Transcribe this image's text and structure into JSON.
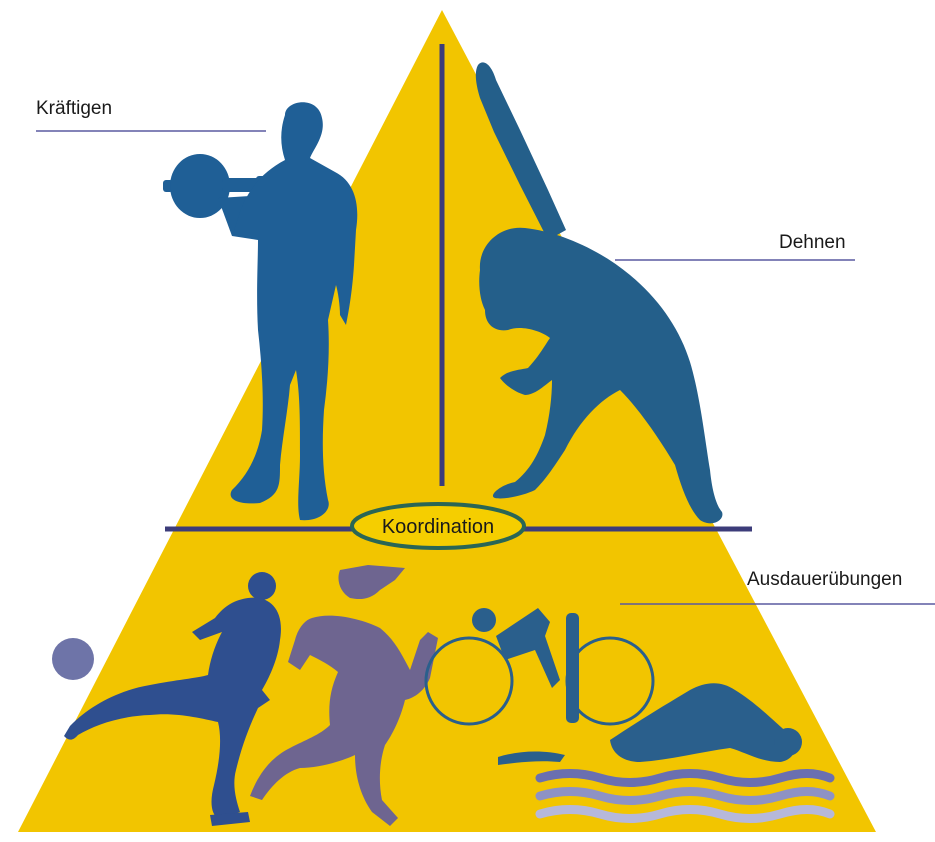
{
  "labels": {
    "strength": "Kräftigen",
    "stretching": "Dehnen",
    "endurance": "Ausdauerübungen",
    "coordination": "Koordination"
  },
  "colors": {
    "pyramid": "#f2c500",
    "upper_figures": "#1f5f96",
    "stretch_figure": "#245f8a",
    "divider": "#3c3c7a",
    "leader_lines": "#5a5aa0",
    "ellipse_fill": "#f5ce00",
    "ellipse_stroke": "#2a6655",
    "soccer_player": "#2f4f8f",
    "soccer_ball": "#6e74a8",
    "runner": "#6e6590",
    "cyclist": "#2a5f8c",
    "swimmer": "#2a5f8c",
    "wave_1": "#6a6fb0",
    "wave_2": "#8e92c4",
    "wave_3": "#b6b8da"
  },
  "icons": [
    "weightlifter-figure",
    "stretching-figure",
    "soccer-figure",
    "runner-figure",
    "cyclist-figure",
    "swimmer-figure"
  ]
}
